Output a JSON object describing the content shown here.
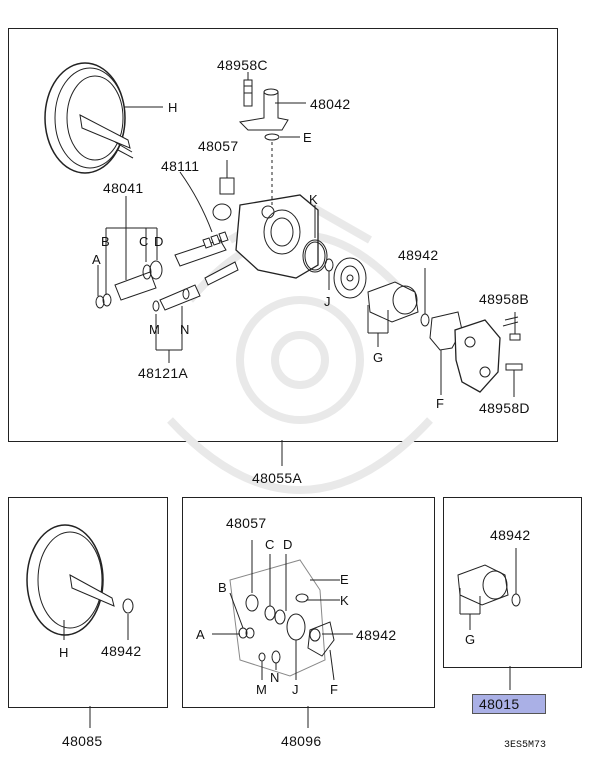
{
  "main_assembly": {
    "part_number": "48055A",
    "callouts": {
      "48958C": "48958C",
      "48042": "48042",
      "E": "E",
      "H": "H",
      "48057": "48057",
      "48111": "48111",
      "48041": "48041",
      "B": "B",
      "C": "C",
      "D": "D",
      "A": "A",
      "K": "K",
      "J": "J",
      "48942": "48942",
      "48958B": "48958B",
      "M": "M",
      "N": "N",
      "48121A": "48121A",
      "G": "G",
      "F": "F",
      "48958D": "48958D"
    }
  },
  "pulley_kit": {
    "part_number": "48085",
    "callouts": {
      "H": "H",
      "48942": "48942"
    }
  },
  "seal_kit": {
    "part_number": "48096",
    "callouts": {
      "48057": "48057",
      "C": "C",
      "D": "D",
      "B": "B",
      "E": "E",
      "K": "K",
      "A": "A",
      "48942": "48942",
      "N": "N",
      "M": "M",
      "J": "J",
      "F": "F"
    }
  },
  "cam_kit": {
    "part_number": "48015",
    "callouts": {
      "48942": "48942",
      "G": "G"
    }
  },
  "drawing_code": "3ES5M73",
  "colors": {
    "highlight": "#aab0e6",
    "line": "#222222",
    "watermark": "#e9e9e9"
  }
}
